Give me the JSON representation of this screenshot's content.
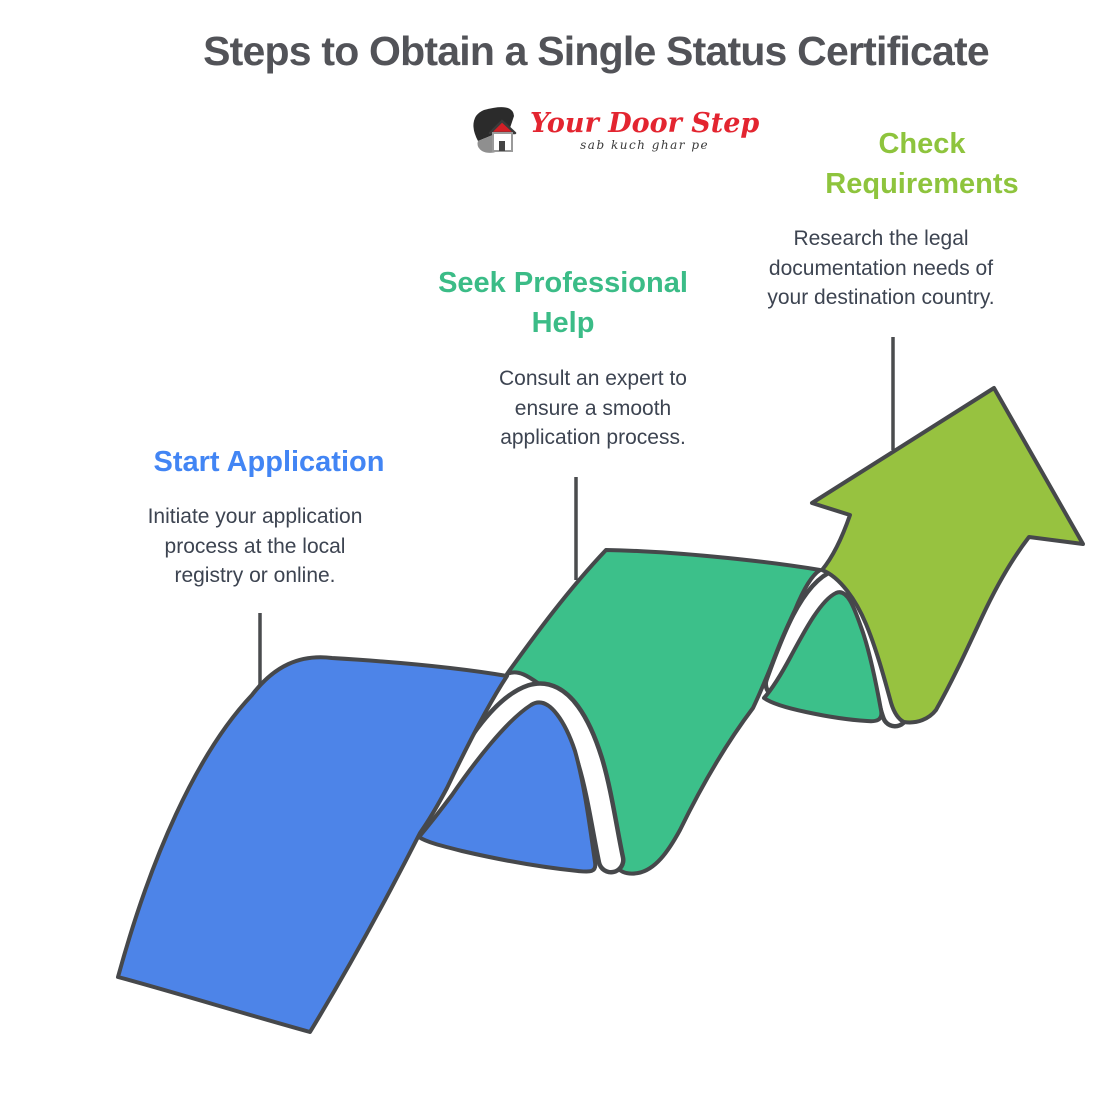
{
  "page": {
    "title": "Steps to Obtain a Single Status Certificate",
    "background_color": "#ffffff",
    "outline_color": "#46484b",
    "body_text_color": "#3d4451"
  },
  "logo": {
    "name": "Your Door Step",
    "tagline": "sab kuch ghar pe",
    "icon": "house-icon",
    "name_color": "#e32530",
    "roof_color": "#d31f26"
  },
  "steps": [
    {
      "heading": "Start Application",
      "heading_color": "#4285f4",
      "ribbon_color": "#4d84e8",
      "description": "Initiate your application process at the local registry or online.",
      "lines": [
        "Initiate your application",
        "process at the local",
        "registry or online."
      ]
    },
    {
      "heading": "Seek Professional Help",
      "heading_color": "#3bbc87",
      "ribbon_color": "#3cc08a",
      "description": "Consult an expert to ensure a smooth application process.",
      "lines": [
        "Consult an expert to",
        "ensure a smooth",
        "application process."
      ]
    },
    {
      "heading": "Check Requirements",
      "heading_color": "#8ec43d",
      "ribbon_color": "#97c240",
      "description": "Research the legal documentation needs of your destination country.",
      "lines": [
        "Research the legal",
        "documentation needs of",
        "your destination country."
      ]
    }
  ]
}
